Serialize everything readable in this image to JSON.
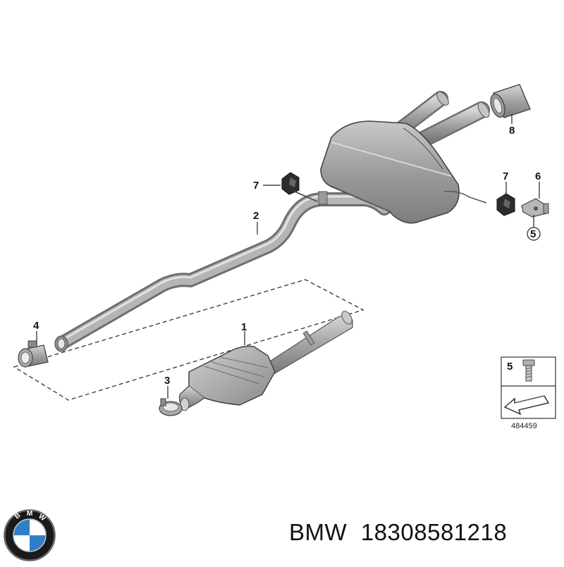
{
  "callouts": {
    "c1": "1",
    "c2": "2",
    "c3": "3",
    "c4": "4",
    "c5": "5",
    "c6": "6",
    "c7a": "7",
    "c7b": "7",
    "c8": "8"
  },
  "legend": {
    "item_number": "5",
    "reference_number": "484459"
  },
  "logo": {
    "letters": [
      "B",
      "M",
      "W"
    ],
    "colors": {
      "ring": "#111111",
      "blue": "#2f7fc8",
      "white": "#ffffff"
    }
  },
  "caption": {
    "brand": "BMW",
    "part_number": "18308581218"
  }
}
